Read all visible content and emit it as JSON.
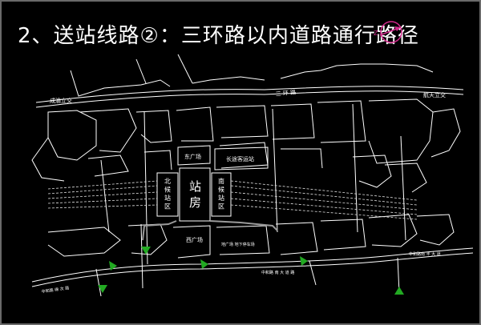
{
  "title": "2、送站线路②：三环路以内道路通行路径",
  "compass": {
    "label": "Z"
  },
  "labels": {
    "chengyu_interchange": "成渝立交",
    "third_ring_road": "三 环 路",
    "hangtian_interchange": "航天立交",
    "east_plaza": "东广场",
    "changtu_bus_station": "长途客运站",
    "north_waiting": "北 候 站 区",
    "station_building": "站 房",
    "south_waiting": "南 候 站 区",
    "west_plaza": "西广场",
    "west_plaza_underground": "地广场 地下停车场",
    "south_road_1": "中和路 绵 次 路",
    "south_road_2": "中和路 南 大 道 路",
    "east_road": "中和路南 丰 大 道"
  },
  "colors": {
    "roads": "#ffffff",
    "route": "#9a9a9a",
    "arrows": "#22aa22",
    "title": "#ffffff",
    "compass": "#d22a8c"
  }
}
